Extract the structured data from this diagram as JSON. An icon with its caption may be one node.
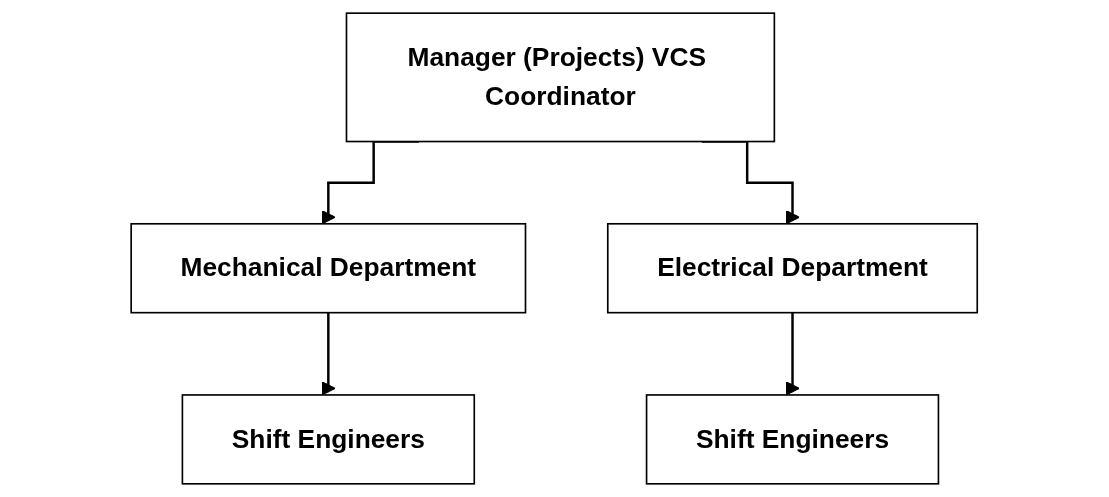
{
  "diagram": {
    "nodes": [
      {
        "text": [
          "Manager (Projects) VCS Coordinator"
        ]
      },
      {
        "text": [
          "Mechanical Department"
        ]
      },
      {
        "text": [
          "Electrical Department"
        ]
      },
      {
        "text": [
          "Shift Engineers"
        ]
      },
      {
        "text": [
          "Shift Engineers"
        ]
      }
    ],
    "edges": [
      {
        "from": 0,
        "to": 1,
        "arrow": "to"
      },
      {
        "from": 0,
        "to": 2,
        "arrow": "to"
      },
      {
        "from": 1,
        "to": 3,
        "arrow": "to"
      },
      {
        "from": 2,
        "to": 4,
        "arrow": "to"
      }
    ]
  }
}
